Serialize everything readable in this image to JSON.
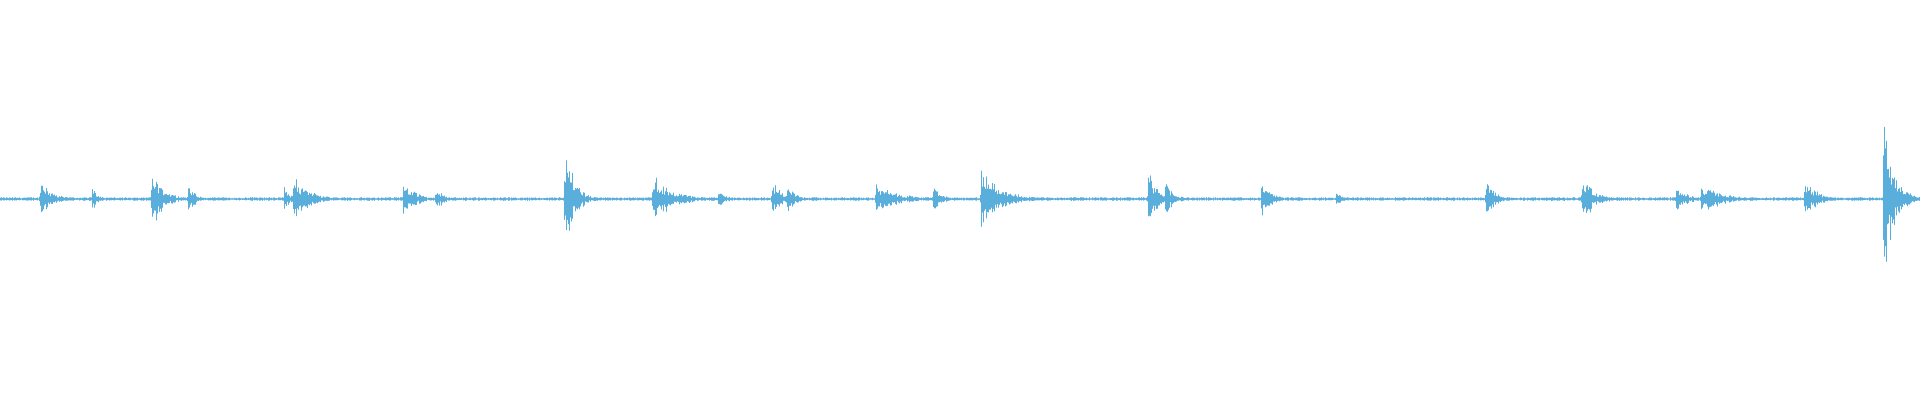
{
  "waveform": {
    "color": "#5aaedc",
    "background": "#ffffff",
    "duration_fraction_markers": "none",
    "baseline_amplitude": 0.01,
    "bursts": [
      {
        "t": 0.021,
        "amp": 0.1,
        "decay": 0.006
      },
      {
        "t": 0.048,
        "amp": 0.07,
        "decay": 0.003
      },
      {
        "t": 0.079,
        "amp": 0.17,
        "decay": 0.006
      },
      {
        "t": 0.098,
        "amp": 0.1,
        "decay": 0.003
      },
      {
        "t": 0.148,
        "amp": 0.07,
        "decay": 0.003
      },
      {
        "t": 0.153,
        "amp": 0.12,
        "decay": 0.008
      },
      {
        "t": 0.21,
        "amp": 0.1,
        "decay": 0.006
      },
      {
        "t": 0.227,
        "amp": 0.07,
        "decay": 0.004
      },
      {
        "t": 0.294,
        "amp": 0.3,
        "decay": 0.005
      },
      {
        "t": 0.34,
        "amp": 0.14,
        "decay": 0.01
      },
      {
        "t": 0.374,
        "amp": 0.05,
        "decay": 0.004
      },
      {
        "t": 0.402,
        "amp": 0.1,
        "decay": 0.005
      },
      {
        "t": 0.41,
        "amp": 0.09,
        "decay": 0.004
      },
      {
        "t": 0.456,
        "amp": 0.08,
        "decay": 0.012
      },
      {
        "t": 0.486,
        "amp": 0.08,
        "decay": 0.004
      },
      {
        "t": 0.511,
        "amp": 0.17,
        "decay": 0.01
      },
      {
        "t": 0.598,
        "amp": 0.16,
        "decay": 0.004
      },
      {
        "t": 0.607,
        "amp": 0.1,
        "decay": 0.004
      },
      {
        "t": 0.657,
        "amp": 0.1,
        "decay": 0.005
      },
      {
        "t": 0.696,
        "amp": 0.05,
        "decay": 0.003
      },
      {
        "t": 0.774,
        "amp": 0.14,
        "decay": 0.004
      },
      {
        "t": 0.824,
        "amp": 0.14,
        "decay": 0.006
      },
      {
        "t": 0.873,
        "amp": 0.07,
        "decay": 0.006
      },
      {
        "t": 0.886,
        "amp": 0.08,
        "decay": 0.012
      },
      {
        "t": 0.94,
        "amp": 0.1,
        "decay": 0.007
      },
      {
        "t": 0.981,
        "amp": 0.48,
        "decay": 0.005
      }
    ]
  }
}
